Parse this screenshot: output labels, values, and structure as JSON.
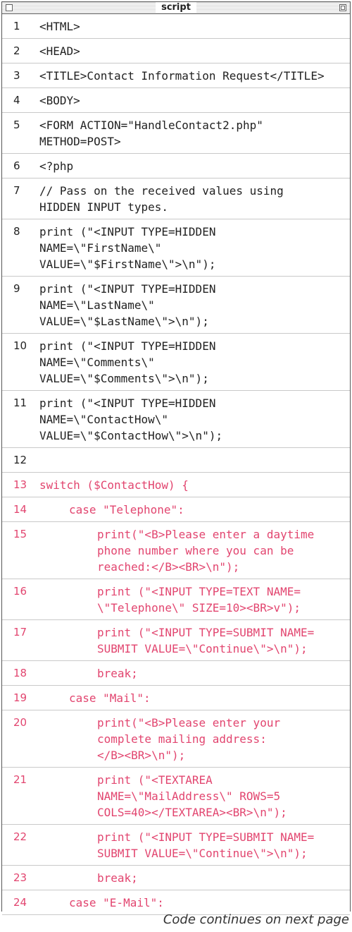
{
  "window": {
    "title": "script"
  },
  "lines": [
    {
      "num": "1",
      "code": "<HTML>",
      "indent": 0,
      "highlight": false
    },
    {
      "num": "2",
      "code": "<HEAD>",
      "indent": 0,
      "highlight": false
    },
    {
      "num": "3",
      "code": "<TITLE>Contact Information Request</TITLE>",
      "indent": 0,
      "highlight": false
    },
    {
      "num": "4",
      "code": "<BODY>",
      "indent": 0,
      "highlight": false
    },
    {
      "num": "5",
      "code": "<FORM ACTION=\"HandleContact2.php\"\nMETHOD=POST>",
      "indent": 0,
      "highlight": false
    },
    {
      "num": "6",
      "code": "<?php",
      "indent": 0,
      "highlight": false
    },
    {
      "num": "7",
      "code": "// Pass on the received values using\nHIDDEN INPUT types.",
      "indent": 0,
      "highlight": false
    },
    {
      "num": "8",
      "code": "print (\"<INPUT TYPE=HIDDEN\nNAME=\\\"FirstName\\\"\nVALUE=\\\"$FirstName\\\">\\n\");",
      "indent": 0,
      "highlight": false
    },
    {
      "num": "9",
      "code": "print (\"<INPUT TYPE=HIDDEN\nNAME=\\\"LastName\\\"\nVALUE=\\\"$LastName\\\">\\n\");",
      "indent": 0,
      "highlight": false
    },
    {
      "num": "10",
      "code": "print (\"<INPUT TYPE=HIDDEN\nNAME=\\\"Comments\\\"\nVALUE=\\\"$Comments\\\">\\n\");",
      "indent": 0,
      "highlight": false
    },
    {
      "num": "11",
      "code": "print (\"<INPUT TYPE=HIDDEN\nNAME=\\\"ContactHow\\\"\nVALUE=\\\"$ContactHow\\\">\\n\");",
      "indent": 0,
      "highlight": false
    },
    {
      "num": "12",
      "code": "",
      "indent": 0,
      "highlight": false
    },
    {
      "num": "13",
      "code": "switch ($ContactHow) {",
      "indent": 0,
      "highlight": true
    },
    {
      "num": "14",
      "code": "case \"Telephone\":",
      "indent": 1,
      "highlight": true
    },
    {
      "num": "15",
      "code": "print(\"<B>Please enter a daytime\nphone number where you can be\nreached:</B><BR>\\n\");",
      "indent": 2,
      "highlight": true
    },
    {
      "num": "16",
      "code": "print (\"<INPUT TYPE=TEXT NAME=\n\\\"Telephone\\\" SIZE=10><BR>v\");",
      "indent": 2,
      "highlight": true
    },
    {
      "num": "17",
      "code": "print (\"<INPUT TYPE=SUBMIT NAME=\nSUBMIT VALUE=\\\"Continue\\\">\\n\");",
      "indent": 2,
      "highlight": true
    },
    {
      "num": "18",
      "code": "break;",
      "indent": 2,
      "highlight": true
    },
    {
      "num": "19",
      "code": "case \"Mail\":",
      "indent": 1,
      "highlight": true
    },
    {
      "num": "20",
      "code": "print(\"<B>Please enter your\ncomplete mailing address:\n</B><BR>\\n\");",
      "indent": 2,
      "highlight": true
    },
    {
      "num": "21",
      "code": "print (\"<TEXTAREA\nNAME=\\\"MailAddress\\\" ROWS=5\nCOLS=40></TEXTAREA><BR>\\n\");",
      "indent": 2,
      "highlight": true
    },
    {
      "num": "22",
      "code": "print (\"<INPUT TYPE=SUBMIT NAME=\nSUBMIT VALUE=\\\"Continue\\\">\\n\");",
      "indent": 2,
      "highlight": true
    },
    {
      "num": "23",
      "code": "break;",
      "indent": 2,
      "highlight": true
    },
    {
      "num": "24",
      "code": "case \"E-Mail\":",
      "indent": 1,
      "highlight": true
    }
  ],
  "footer": {
    "note": "Code continues on next page"
  },
  "colors": {
    "highlight": "#e2456f",
    "text": "#222222",
    "rule": "#c9c9c9"
  }
}
